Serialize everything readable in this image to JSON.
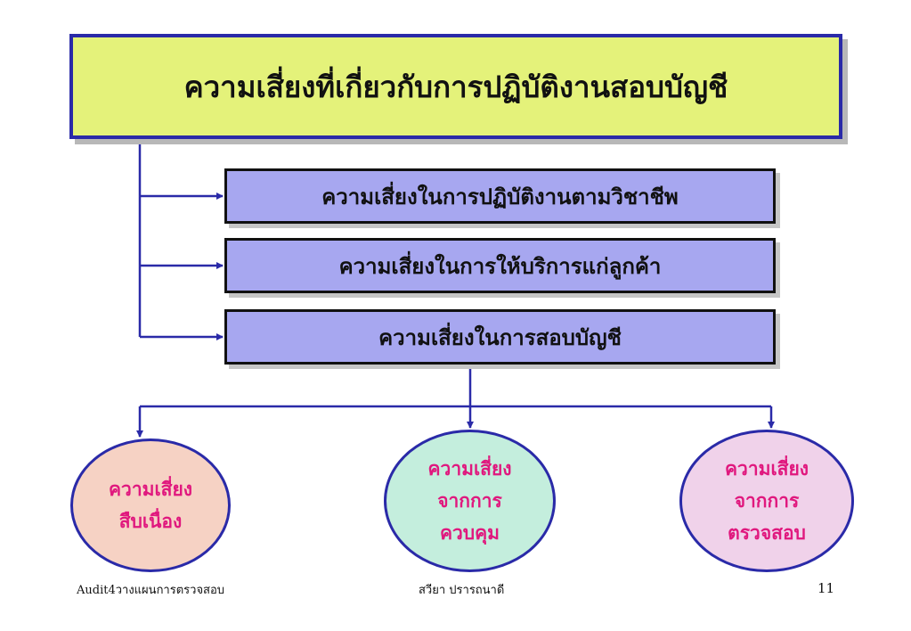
{
  "title": "ความเสี่ยงที่เกี่ยวกับการปฏิบัติงานสอบบัญชี",
  "sub_boxes": [
    "ความเสี่ยงในการปฏิบัติงานตามวิชาชีพ",
    "ความเสี่ยงในการให้บริการแก่ลูกค้า",
    "ความเสี่ยงในการสอบบัญชี"
  ],
  "ellipses": [
    {
      "lines": [
        "ความเสี่ยง",
        "สืบเนื่อง"
      ],
      "fill": "#f6d2c4"
    },
    {
      "lines": [
        "ความเสี่ยง",
        "จากการ",
        "ควบคุม"
      ],
      "fill": "#c4eedd"
    },
    {
      "lines": [
        "ความเสี่ยง",
        "จากการ",
        "ตรวจสอบ"
      ],
      "fill": "#f0d2ea"
    }
  ],
  "footer": {
    "left": "Audit4วางแผนการตรวจสอบ",
    "center": "สวียา  ปรารถนาดี",
    "page": "11"
  },
  "colors": {
    "line": "#2a2aa8",
    "ellipse_text": "#e0187e",
    "title_fill": "#e4f27a",
    "box_fill": "#a7a7f0"
  }
}
